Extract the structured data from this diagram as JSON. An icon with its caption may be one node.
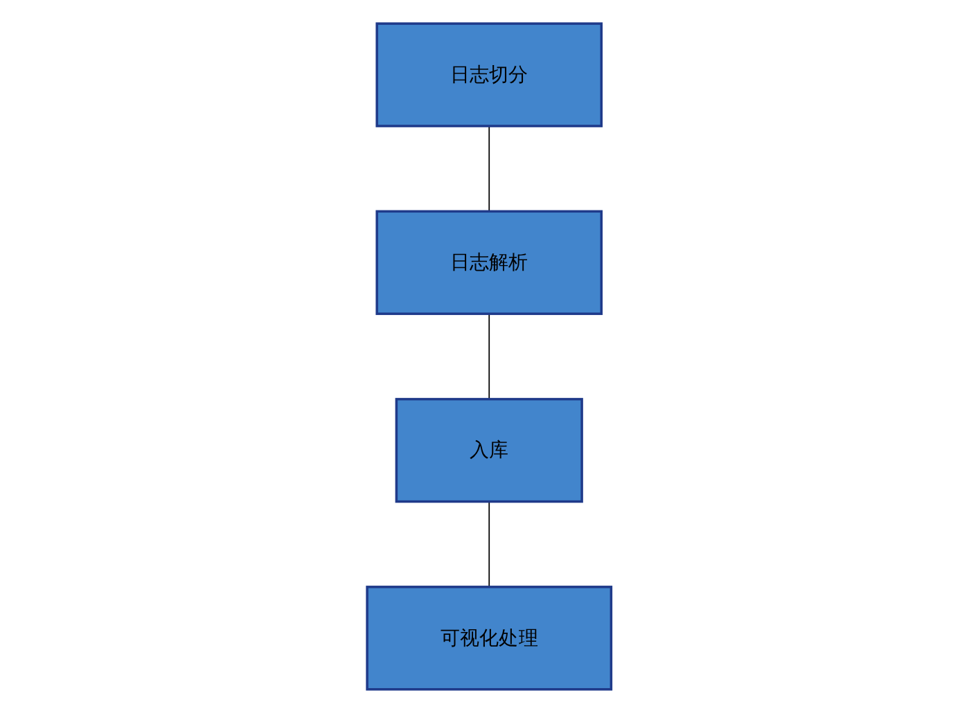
{
  "diagram": {
    "nodes": [
      {
        "text": [
          "日志切分"
        ]
      },
      {
        "text": [
          "日志解析"
        ]
      },
      {
        "text": [
          "入库"
        ]
      },
      {
        "text": [
          "可视化处理"
        ]
      }
    ],
    "edges": [
      {
        "from": 0,
        "to": 1,
        "arrow": "none"
      },
      {
        "from": 1,
        "to": 2,
        "arrow": "none"
      },
      {
        "from": 2,
        "to": 3,
        "arrow": "none"
      }
    ]
  }
}
